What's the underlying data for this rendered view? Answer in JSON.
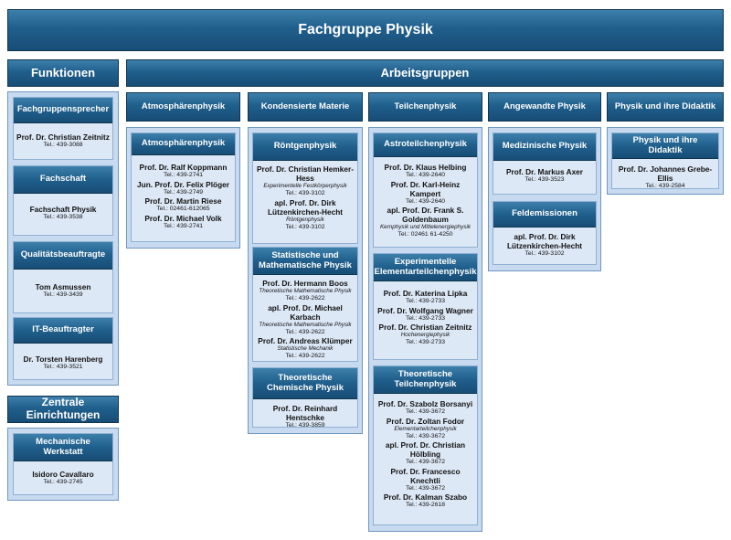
{
  "title": "Fachgruppe Physik",
  "funktionen": {
    "header": "Funktionen",
    "cards": [
      {
        "title": "Fachgruppensprecher",
        "people": [
          {
            "name": "Prof. Dr. Christian Zeitnitz",
            "tel": "Tel.: 439-3088"
          }
        ]
      },
      {
        "title": "Fachschaft",
        "people": [
          {
            "name": "Fachschaft Physik",
            "tel": "Tel.: 439-3538"
          }
        ]
      },
      {
        "title": "Qualitätsbeauftragte",
        "people": [
          {
            "name": "Tom Asmussen",
            "tel": "Tel.: 439-3439"
          }
        ]
      },
      {
        "title": "IT-Beauftragter",
        "people": [
          {
            "name": "Dr. Torsten Harenberg",
            "tel": "Tel.: 439-3521"
          }
        ]
      }
    ]
  },
  "zentrale": {
    "header": "Zentrale Einrichtungen",
    "cards": [
      {
        "title": "Mechanische Werkstatt",
        "people": [
          {
            "name": "Isidoro Cavallaro",
            "tel": "Tel.: 439-2745"
          }
        ]
      }
    ]
  },
  "arbeitsgruppen": {
    "header": "Arbeitsgruppen",
    "columns": [
      {
        "header": "Atmosphärenphysik",
        "cards": [
          {
            "title": "Atmosphärenphysik",
            "people": [
              {
                "name": "Prof. Dr. Ralf Koppmann",
                "tel": "Tel.: 439-2741"
              },
              {
                "name": "Jun. Prof. Dr. Felix Plöger",
                "tel": "Tel.: 439-2749"
              },
              {
                "name": "Prof. Dr. Martin Riese",
                "tel": "Tel.: 02461-612065"
              },
              {
                "name": "Prof. Dr. Michael Volk",
                "tel": "Tel.: 439-2741"
              }
            ]
          }
        ]
      },
      {
        "header": "Kondensierte Materie",
        "cards": [
          {
            "title": "Röntgenphysik",
            "people": [
              {
                "name": "Prof. Dr. Christian Hemker-Hess",
                "sub": "Experimentelle Festkörperphysik",
                "tel": "Tel.: 439-3102"
              },
              {
                "name": "apl. Prof. Dr. Dirk Lützenkirchen-Hecht",
                "sub": "Röntgenphysik",
                "tel": "Tel.: 439-3102"
              }
            ]
          },
          {
            "title": "Statistische und Mathematische Physik",
            "people": [
              {
                "name": "Prof. Dr. Hermann Boos",
                "sub": "Theoretische Mathematische Physik",
                "tel": "Tel.: 439-2622"
              },
              {
                "name": "apl. Prof. Dr. Michael Karbach",
                "sub": "Theoretische Mathematische Physik",
                "tel": "Tel.: 439-2622"
              },
              {
                "name": "Prof. Dr. Andreas Klümper",
                "sub": "Statistische Mechanik",
                "tel": "Tel.: 439-2622"
              }
            ]
          },
          {
            "title": "Theoretische Chemische Physik",
            "people": [
              {
                "name": "Prof. Dr. Reinhard Hentschke",
                "tel": "Tel.: 439-3859"
              }
            ]
          }
        ]
      },
      {
        "header": "Teilchenphysik",
        "cards": [
          {
            "title": "Astroteilchenphysik",
            "people": [
              {
                "name": "Prof. Dr. Klaus Helbing",
                "tel": "Tel.: 439-2640"
              },
              {
                "name": "Prof. Dr. Karl-Heinz Kampert",
                "tel": "Tel.: 439-2640"
              },
              {
                "name": "apl. Prof. Dr. Frank S. Goldenbaum",
                "sub": "Kernphysik und Mittelenergiephysik",
                "tel": "Tel.: 02461 61-4250"
              }
            ]
          },
          {
            "title": "Experimentelle Elementarteilchenphysik",
            "people": [
              {
                "name": "Prof. Dr. Katerina Lipka",
                "tel": "Tel.: 439-2733"
              },
              {
                "name": "Prof. Dr. Wolfgang Wagner",
                "tel": "Tel.: 439-2733"
              },
              {
                "name": "Prof. Dr. Christian Zeitnitz",
                "sub": "Hochenergiephysik",
                "tel": "Tel.: 439-2733"
              }
            ]
          },
          {
            "title": "Theoretische Teilchenphysik",
            "people": [
              {
                "name": "Prof. Dr. Szabolz Borsanyi",
                "tel": "Tel.: 439-3672"
              },
              {
                "name": "Prof. Dr. Zoltan Fodor",
                "sub": "Elementarteilchenphysik",
                "tel": "Tel.: 439-3672"
              },
              {
                "name": "apl. Prof. Dr. Christian Hölbling",
                "tel": "Tel.: 439-3672"
              },
              {
                "name": "Prof. Dr. Francesco Knechtli",
                "tel": "Tel.: 439-3672"
              },
              {
                "name": "Prof. Dr. Kalman Szabo",
                "tel": "Tel.: 439-2618"
              }
            ]
          }
        ]
      },
      {
        "header": "Angewandte  Physik",
        "cards": [
          {
            "title": "Medizinische Physik",
            "people": [
              {
                "name": "Prof. Dr. Markus Axer",
                "tel": "Tel.: 439-3523"
              }
            ]
          },
          {
            "title": "Feldemissionen",
            "people": [
              {
                "name": "apl. Prof. Dr. Dirk Lützenkirchen-Hecht",
                "tel": "Tel.: 439-3102"
              }
            ]
          }
        ]
      },
      {
        "header": "Physik und ihre Didaktik",
        "cards": [
          {
            "title": "Physik und ihre Didaktik",
            "people": [
              {
                "name": "Prof. Dr. Johannes Grebe-Ellis",
                "tel": "Tel.: 439-2584"
              }
            ]
          }
        ]
      }
    ]
  }
}
